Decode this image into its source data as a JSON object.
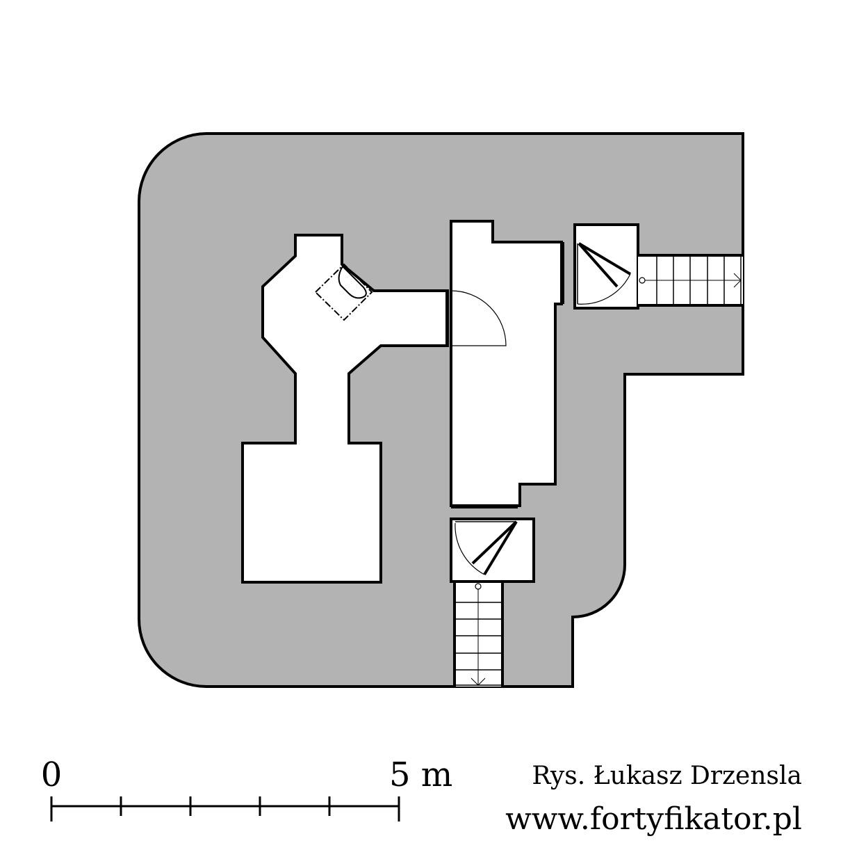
{
  "scale_bar": {
    "start_label": "0",
    "end_label": "5 m",
    "ticks": [
      0,
      1,
      2,
      3,
      4,
      5
    ]
  },
  "credits": {
    "author": "Rys. Łukasz Drzensla",
    "website": "www.fortyfikator.pl"
  },
  "colors": {
    "walls": "#b3b3b3",
    "lines": "#000000",
    "rooms": "#ffffff"
  }
}
